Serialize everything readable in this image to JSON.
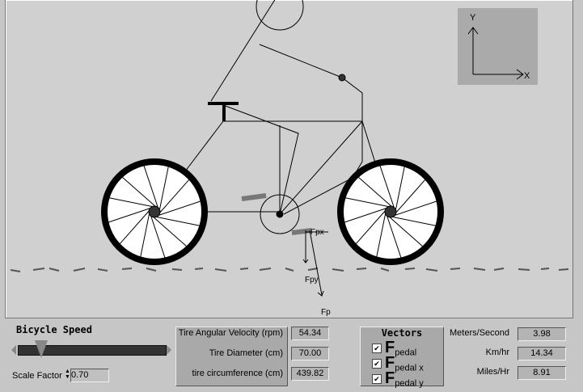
{
  "scene": {
    "labels": {
      "fpx": "Fpx",
      "fpy": "Fpy",
      "fp": "Fp",
      "axis_x": "X",
      "axis_y": "Y"
    }
  },
  "speed": {
    "title": "Bicycle Speed",
    "slider_value": 0.08,
    "scale_label": "Scale Factor",
    "scale_value": "0.70"
  },
  "tire": {
    "rows": [
      {
        "label": "Tire Angular Velocity (rpm)",
        "value": "54.34"
      },
      {
        "label": "Tire Diameter (cm)",
        "value": "70.00"
      },
      {
        "label": "tire circumference (cm)",
        "value": "439.82"
      }
    ]
  },
  "vectors": {
    "title": "Vectors",
    "F": "F",
    "items": [
      {
        "sub": "pedal",
        "checked": true
      },
      {
        "sub": "pedal x",
        "checked": true
      },
      {
        "sub": "pedal y",
        "checked": true
      }
    ]
  },
  "speeds": [
    {
      "label": "Meters/Second",
      "value": "3.98"
    },
    {
      "label": "Km/hr",
      "value": "14.34"
    },
    {
      "label": "Miles/Hr",
      "value": "8.91"
    }
  ]
}
